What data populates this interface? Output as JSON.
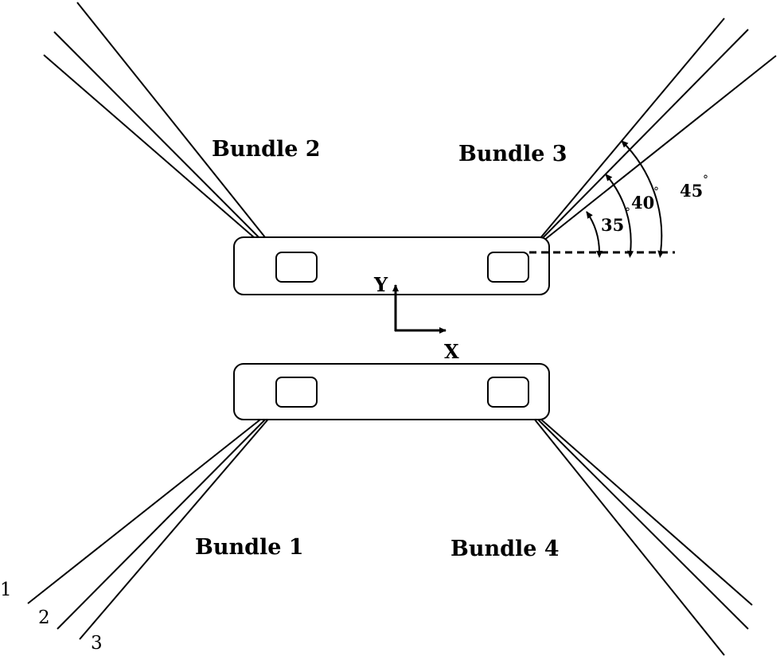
{
  "bundles": [
    {
      "name": "Bundle 1"
    },
    {
      "name": "Bundle 2"
    },
    {
      "name": "Bundle 3"
    },
    {
      "name": "Bundle 4"
    }
  ],
  "axes": {
    "y_label": "Y",
    "x_label": "X"
  },
  "angles": {
    "a35": "35",
    "a40": "40",
    "a45": "45",
    "degree_symbol": "°"
  },
  "line_numbers": [
    "1",
    "2",
    "3"
  ],
  "colors": {
    "stroke": "#000000",
    "background": "#ffffff"
  }
}
